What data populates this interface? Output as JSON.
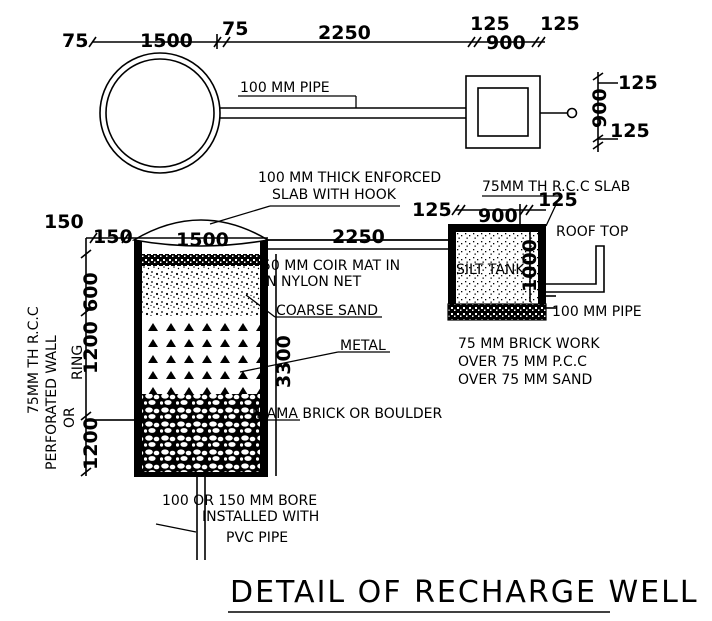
{
  "dimensions": {
    "top_75_left": "75",
    "top_1500": "1500",
    "top_75_right": "75",
    "top_2250": "2250",
    "top_125_a": "125",
    "top_900": "900",
    "top_125_b": "125",
    "right_125_top": "125",
    "right_900": "900",
    "right_125_bottom": "125",
    "well_150_left": "150",
    "well_150_right": "150",
    "well_1500": "1500",
    "well_2250": "2250",
    "tank_125_left": "125",
    "tank_900": "900",
    "tank_125_right": "125",
    "tank_1000": "1000",
    "well_600": "600",
    "well_1200_upper": "1200",
    "well_1200_lower": "1200",
    "well_3300": "3300"
  },
  "labels": {
    "pipe_plan": "100  MM  PIPE",
    "slab_line1": "100  MM  THICK  ENFORCED",
    "slab_line2": "SLAB  WITH  HOOK",
    "rcc_slab": "75MM  TH  R.C.C  SLAB",
    "roof_top": "ROOF    TOP",
    "coir_line1": "50  MM  COIR  MAT  IN",
    "coir_line2": "IN    NYLON    NET",
    "silt_tank": "SILT  TANK",
    "pipe_section": "100  MM  PIPE",
    "coarse_sand": "COARSE  SAND",
    "metal": "METAL",
    "brick_line1": "75  MM  BRICK  WORK",
    "brick_line2": "OVER  75  MM  P.C.C",
    "brick_line3": "OVER  75  MM  SAND",
    "jhama": "JHAMA  BRICK  OR  BOULDER",
    "wall_line1": "75MM  TH  R.C.C",
    "wall_line2": "PERFORATED  WALL",
    "wall_line3": "OR",
    "wall_line4": "RING",
    "bore_line1": "100  OR  150    MM  BORE",
    "bore_line2": "INSTALLED  WITH",
    "bore_line3": "PVC    PIPE"
  },
  "title": "DETAIL  OF  RECHARGE  WELL"
}
